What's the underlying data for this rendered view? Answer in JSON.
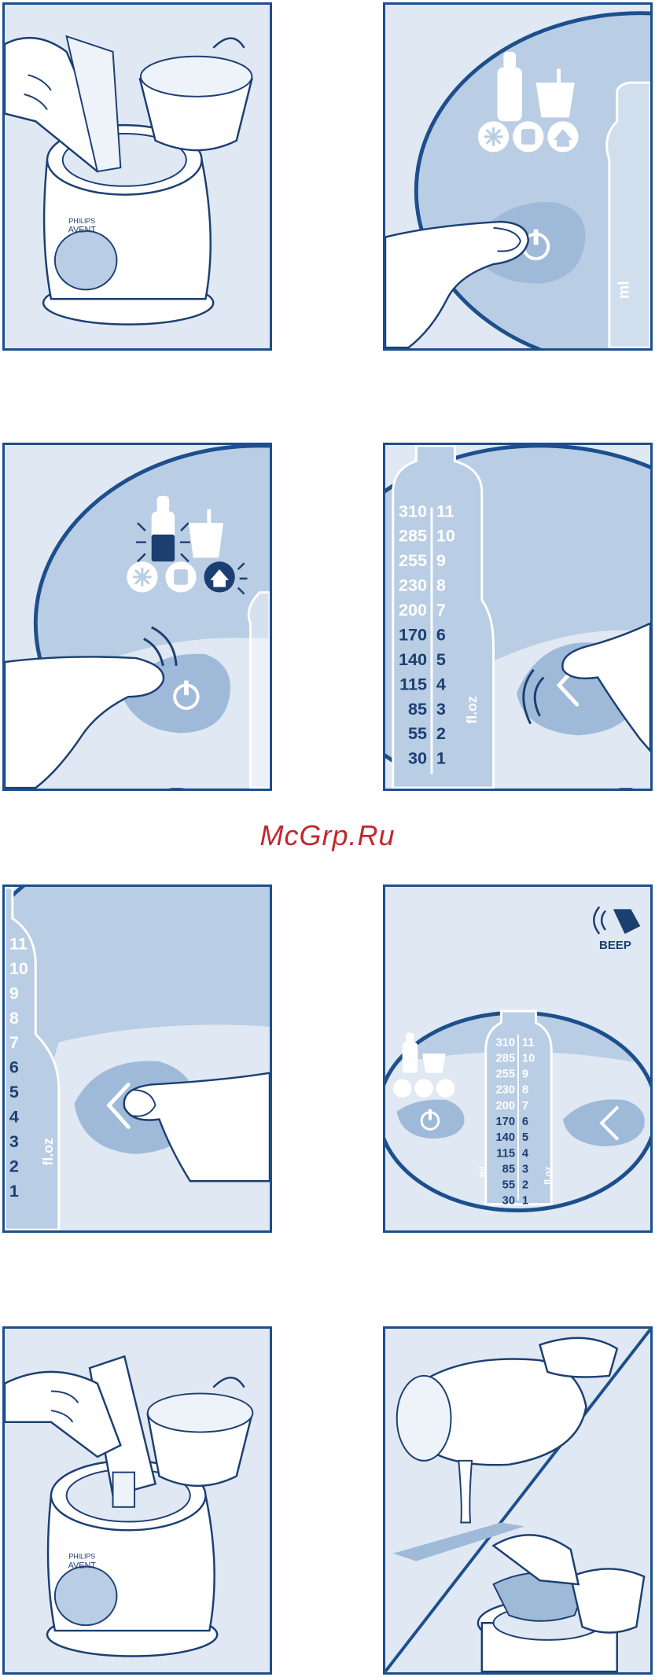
{
  "watermark": "McGrp.Ru",
  "brand": {
    "maker": "PHILIPS",
    "product": "AVENT"
  },
  "beep_label": "BEEP",
  "scale": {
    "ml": [
      "310",
      "285",
      "255",
      "230",
      "200",
      "170",
      "140",
      "115",
      "85",
      "55",
      "30"
    ],
    "floz": [
      "11",
      "10",
      "9",
      "8",
      "7",
      "6",
      "5",
      "4",
      "3",
      "2",
      "1"
    ],
    "ml_unit": "ml",
    "floz_unit": "fl.oz"
  },
  "icons": [
    "bottle-icon",
    "jar-icon",
    "snowflake-icon",
    "room-temp-icon",
    "home-icon",
    "power-icon",
    "chevron-left-icon",
    "beep-sound-icon"
  ],
  "colors": {
    "frame": "#1c4f8c",
    "panel_bg": "#dfe8f3",
    "display": "#b9cde4",
    "dark_blue": "#1c3f72",
    "watermark": "#c0282d"
  }
}
